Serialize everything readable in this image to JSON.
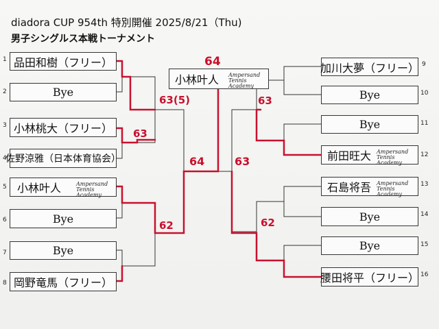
{
  "header": {
    "title": "diadora CUP 954th 特別開催 2025/8/21（Thu)",
    "subtitle": "男子シングルス本戦トーナメント"
  },
  "left_players": [
    {
      "num": "1",
      "name": "品田和樹（フリー）",
      "aff": ""
    },
    {
      "num": "2",
      "name": "Bye",
      "aff": ""
    },
    {
      "num": "3",
      "name": "小林桃大（フリー）",
      "aff": ""
    },
    {
      "num": "4",
      "name": "佐野涼雅（日本体育協会）",
      "aff": ""
    },
    {
      "num": "5",
      "name": "小林叶人",
      "aff": "Ampersand Tennis Academy"
    },
    {
      "num": "6",
      "name": "Bye",
      "aff": ""
    },
    {
      "num": "7",
      "name": "Bye",
      "aff": ""
    },
    {
      "num": "8",
      "name": "岡野竜馬（フリー）",
      "aff": ""
    }
  ],
  "right_players": [
    {
      "num": "9",
      "name": "加川大夢（フリー）",
      "aff": ""
    },
    {
      "num": "10",
      "name": "Bye",
      "aff": ""
    },
    {
      "num": "11",
      "name": "Bye",
      "aff": ""
    },
    {
      "num": "12",
      "name": "前田旺大",
      "aff": "Ampersand Tennis Academy"
    },
    {
      "num": "13",
      "name": "石島将吾",
      "aff": "Ampersand Tennis Academy"
    },
    {
      "num": "14",
      "name": "Bye",
      "aff": ""
    },
    {
      "num": "15",
      "name": "Bye",
      "aff": ""
    },
    {
      "num": "16",
      "name": "腰田将平（フリー）",
      "aff": ""
    }
  ],
  "champion": {
    "name": "小林叶人",
    "aff": "Ampersand Tennis Academy"
  },
  "scores": {
    "final": "64",
    "left_qf_top": "63(5)",
    "left_r1_34": "63",
    "left_qf_bottom": "62",
    "left_sf": "64",
    "right_sf": "63",
    "right_qf_top": "63",
    "right_qf_bottom": "62"
  },
  "colors": {
    "winner_line": "#c8102e",
    "bracket_line": "#333333"
  }
}
